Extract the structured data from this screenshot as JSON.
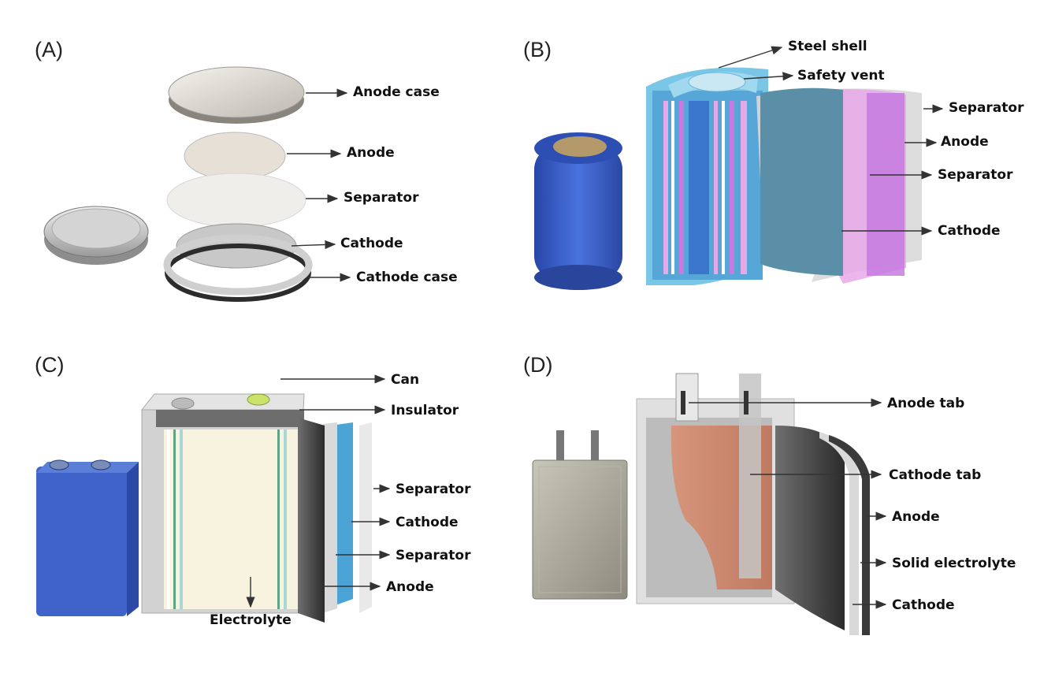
{
  "colors": {
    "blue_cell": "#3f63c9",
    "blue_wall": "#79c6e6",
    "purple_layer": "#c77be0",
    "pink_layer": "#e6a9e8",
    "grey_sep": "#b7b7b7",
    "copper_cathode": "#c9826a",
    "dark_anode": "#2e2e2e",
    "cream_fill": "#f7f3df"
  },
  "panels": [
    {
      "letter": "(A)",
      "name": "coin-cell",
      "labels": [
        "Anode case",
        "Anode",
        "Separator",
        "Cathode",
        "Cathode case"
      ]
    },
    {
      "letter": "(B)",
      "name": "cylindrical-cell",
      "labels": [
        "Steel shell",
        "Safety vent",
        "Separator",
        "Anode",
        "Separator",
        "Cathode"
      ]
    },
    {
      "letter": "(C)",
      "name": "prismatic-cell",
      "labels": [
        "Can",
        "Insulator",
        "Separator",
        "Cathode",
        "Separator",
        "Anode",
        "Electrolyte"
      ]
    },
    {
      "letter": "(D)",
      "name": "pouch-cell",
      "labels": [
        "Anode tab",
        "Cathode tab",
        "Anode",
        "Solid electrolyte",
        "Cathode"
      ]
    }
  ]
}
